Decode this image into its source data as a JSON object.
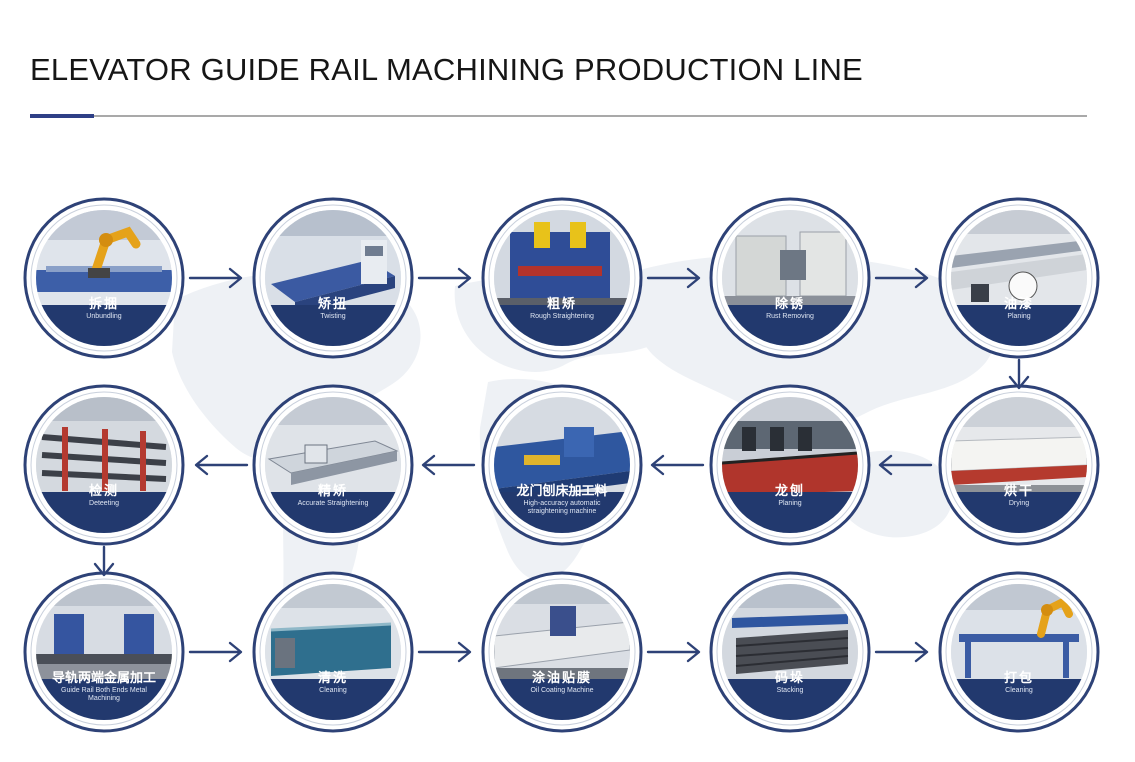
{
  "title": "ELEVATOR GUIDE RAIL MACHINING PRODUCTION LINE",
  "colors": {
    "navy": "#22396e",
    "ring": "#2e4277",
    "accent": "#2e3f86",
    "rule": "#a9a9a9",
    "map": "#edf0f4"
  },
  "steps": [
    {
      "zh": "拆捆",
      "en": "Unbundling",
      "scene": "robot"
    },
    {
      "zh": "矫扭",
      "en": "Twisting",
      "scene": "table"
    },
    {
      "zh": "粗矫",
      "en": "Rough Straightening",
      "scene": "press"
    },
    {
      "zh": "除锈",
      "en": "Rust Removing",
      "scene": "cabinet"
    },
    {
      "zh": "油漆",
      "en": "Planing",
      "scene": "spray"
    },
    {
      "zh": "烘干",
      "en": "Drying",
      "scene": "oven"
    },
    {
      "zh": "龙刨",
      "en": "Planing",
      "scene": "planer"
    },
    {
      "zh": "龙门刨床加工料",
      "en": "High-accuracy automatic straightening machine",
      "scene": "gantry"
    },
    {
      "zh": "精矫",
      "en": "Accurate Straightening",
      "scene": "table"
    },
    {
      "zh": "检测",
      "en": "Deteeting",
      "scene": "rack"
    },
    {
      "zh": "导轨两端金属加工",
      "en": "Guide Rail Both Ends Metal Machining",
      "scene": "mill"
    },
    {
      "zh": "清洗",
      "en": "Cleaning",
      "scene": "washer"
    },
    {
      "zh": "涂油贴膜",
      "en": "Oil Coating Machine",
      "scene": "coater"
    },
    {
      "zh": "码垛",
      "en": "Stacking",
      "scene": "stack"
    },
    {
      "zh": "打包",
      "en": "Cleaning",
      "scene": "robot"
    }
  ]
}
